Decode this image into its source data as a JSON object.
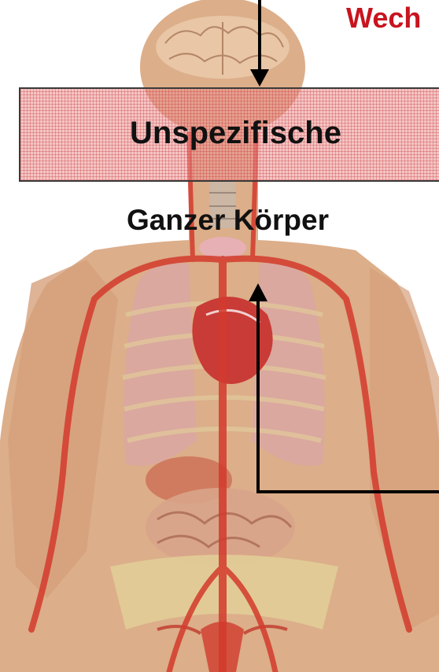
{
  "title_fragment": "Wech",
  "band_label": "Unspezifische",
  "body_label": "Ganzer Körper",
  "colors": {
    "title": "#c8141e",
    "band_fill": "#ec9696",
    "skin": "#d9a079",
    "artery": "#d33a2c",
    "arrow": "#000000"
  },
  "illustration": "human-anatomy-circulatory-system"
}
